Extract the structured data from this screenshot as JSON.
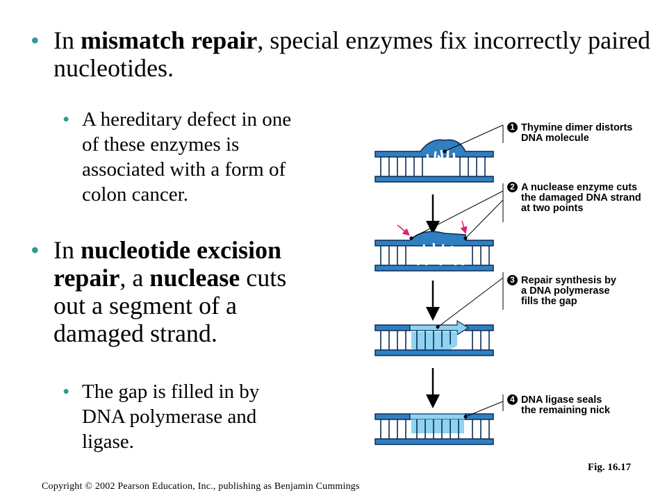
{
  "bullets": {
    "b1": {
      "pre": "In ",
      "bold": "mismatch repair",
      "post": ", special enzymes fix incorrectly paired nucleotides."
    },
    "b1_sub": "A hereditary defect in one of these enzymes is associated with a form of colon cancer.",
    "b2": {
      "pre": "In ",
      "bold1": "nucleotide excision repair",
      "mid": ", a ",
      "bold2": "nuclease",
      "post": " cuts out a segment of a damaged strand."
    },
    "b2_sub": "The gap is filled in by DNA polymerase and ligase."
  },
  "diagram": {
    "steps": [
      {
        "number": "1",
        "lines": [
          "Thymine dimer distorts",
          "DNA molecule"
        ]
      },
      {
        "number": "2",
        "lines": [
          "A nuclease enzyme cuts",
          "the damaged DNA strand",
          "at two points"
        ]
      },
      {
        "number": "3",
        "lines": [
          "Repair synthesis by",
          "a DNA polymerase",
          "fills the gap"
        ]
      },
      {
        "number": "4",
        "lines": [
          "DNA ligase seals",
          "the remaining nick"
        ]
      }
    ],
    "colors": {
      "dna": "#2f7fc1",
      "dna_dark": "#0b2a55",
      "new_strand": "#8fd3f0",
      "cut_arrow": "#e0206a",
      "bullet": "#2e9a8f"
    }
  },
  "figure_label": "Fig. 16.17",
  "copyright": "Copyright © 2002 Pearson Education, Inc., publishing as Benjamin Cummings"
}
